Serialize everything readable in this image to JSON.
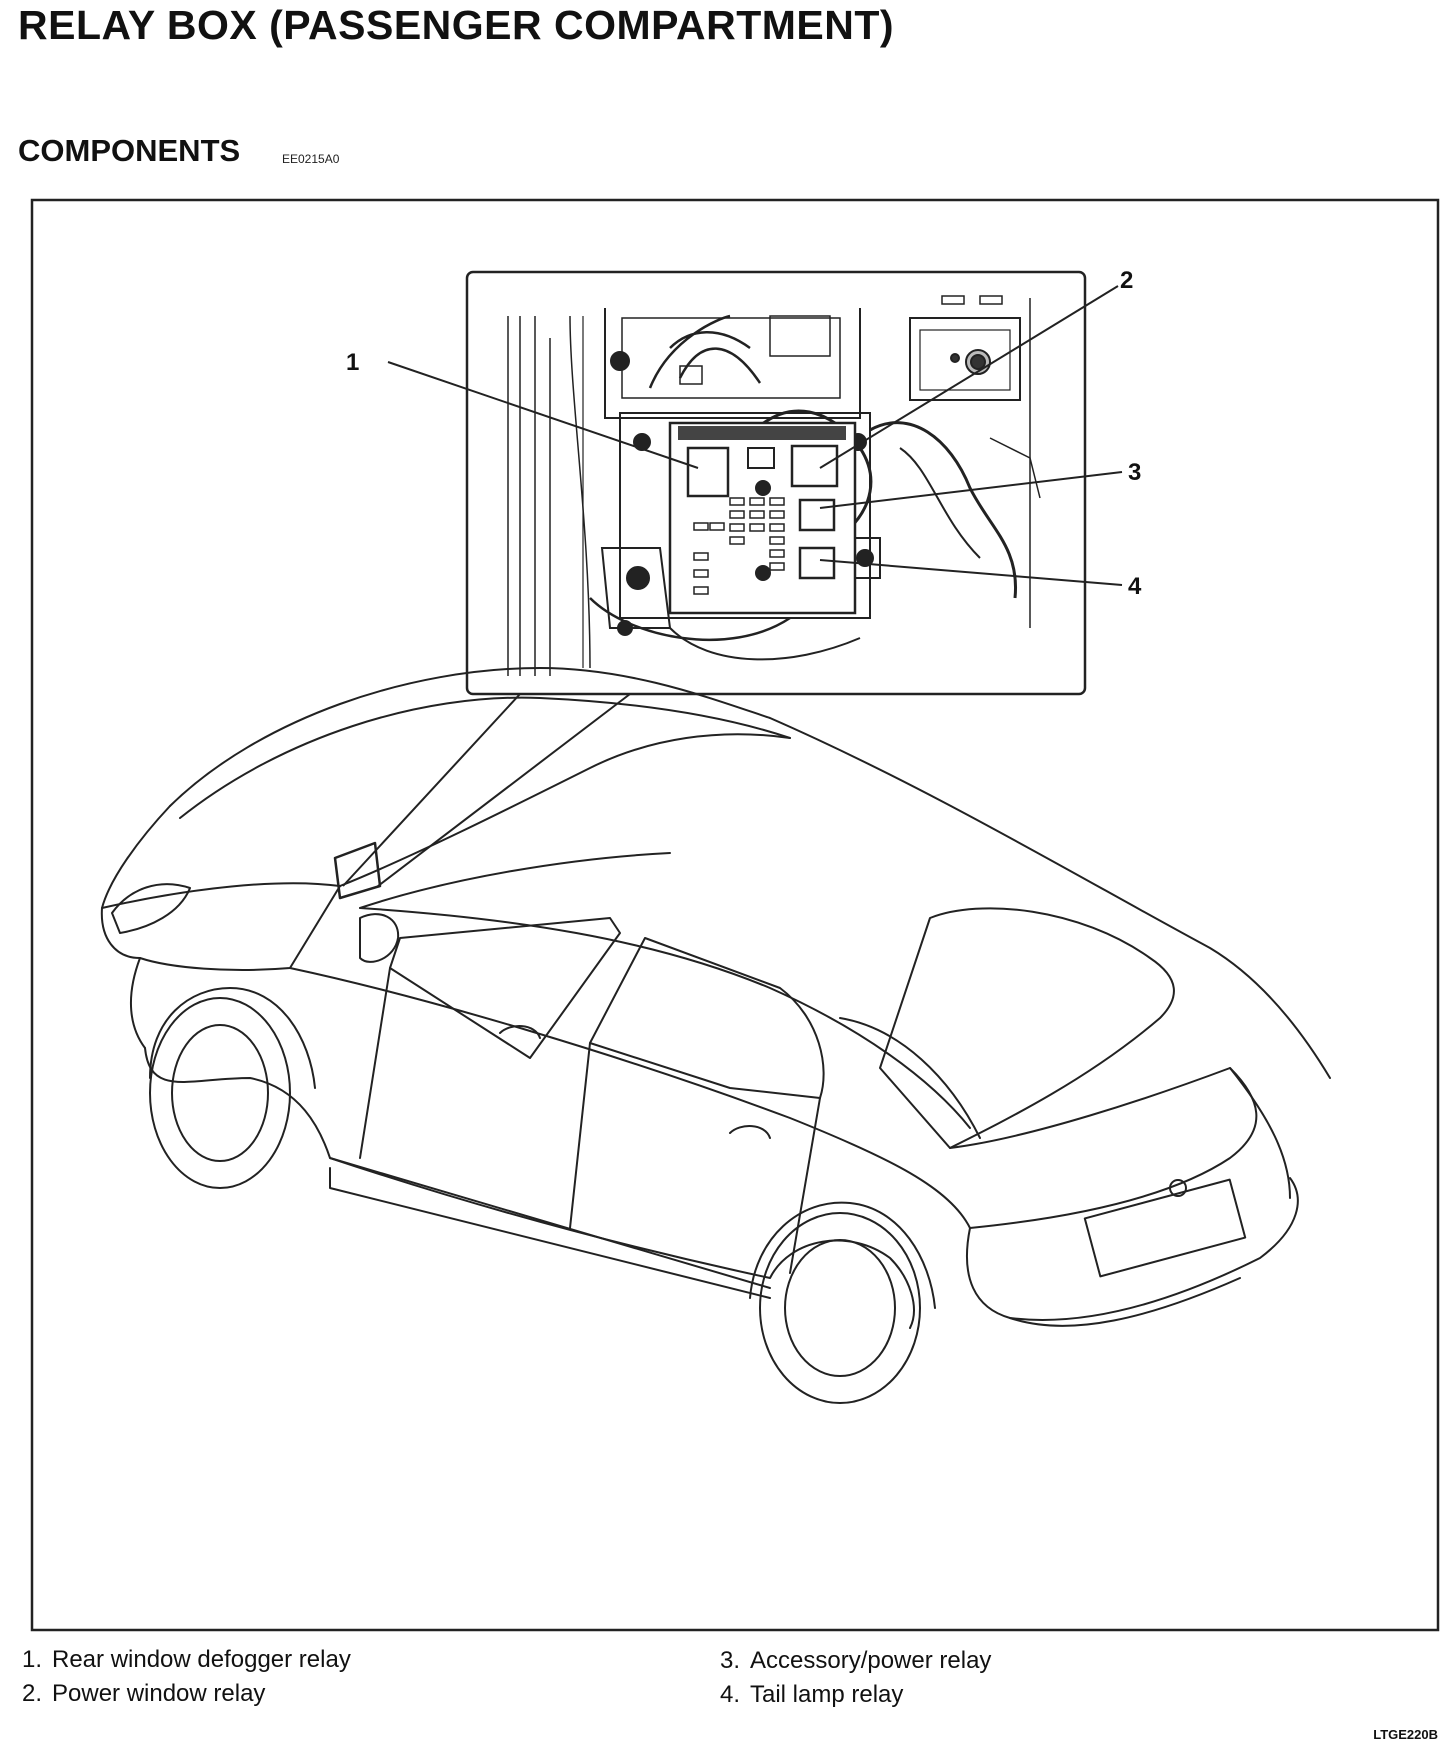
{
  "document": {
    "title": "RELAY BOX (PASSENGER COMPARTMENT)",
    "section_title": "COMPONENTS",
    "section_code": "EE0215A0",
    "figure_code": "LTGE220B"
  },
  "callouts": [
    "1",
    "2",
    "3",
    "4"
  ],
  "legend": [
    {
      "number": "1.",
      "label": "Rear window defogger relay"
    },
    {
      "number": "2.",
      "label": "Power window relay"
    },
    {
      "number": "3.",
      "label": "Accessory/power relay"
    },
    {
      "number": "4.",
      "label": "Tail lamp relay"
    }
  ]
}
